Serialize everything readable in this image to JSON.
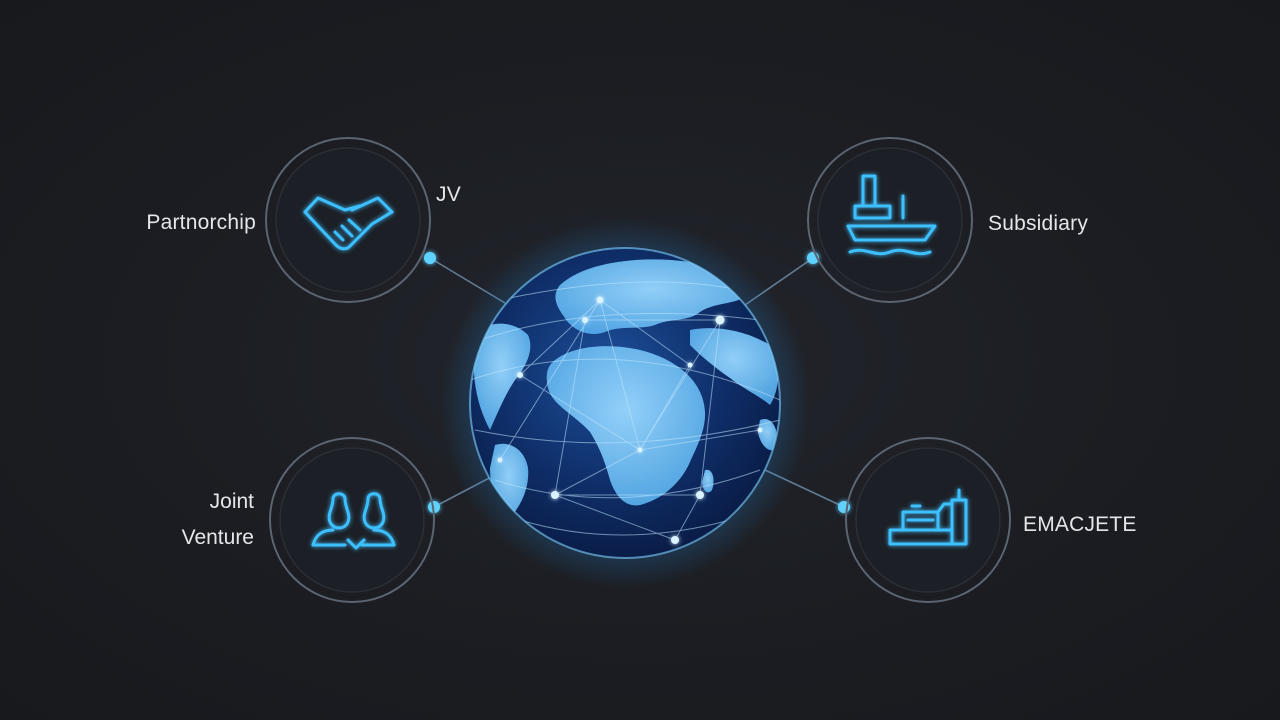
{
  "colors": {
    "background": "#1b1d22",
    "accent": "#3ec0ff",
    "ring": "#5b6470",
    "globe_dark": "#0f2f6a",
    "globe_light": "#5bb8f0"
  },
  "nodes": {
    "partnership": {
      "label": "Partnorchip",
      "icon": "handshake-icon"
    },
    "jv": {
      "label": "JV"
    },
    "subsidiary": {
      "label": "Subsidiary",
      "icon": "factory-ship-icon"
    },
    "joint_venture": {
      "line1": "Joint",
      "line2": "Venture",
      "icon": "two-people-icon"
    },
    "emacjete": {
      "label": "EMACJETE",
      "icon": "industrial-plant-icon"
    }
  },
  "center": {
    "icon": "globe-network-icon"
  }
}
